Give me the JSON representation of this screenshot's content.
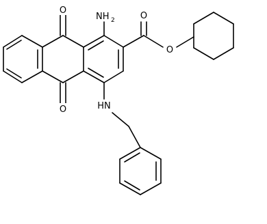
{
  "diagram": {
    "type": "chemical-structure",
    "atom_labels": {
      "carbonyl_o_top": "O",
      "carbonyl_o_bottom": "O",
      "amino_group": "NH",
      "amino_subscript": "2",
      "ester_o_double": "O",
      "ester_o_single": "O",
      "benzylamino_group": "HN"
    },
    "colors": {
      "bond": "#000000",
      "background": "#ffffff"
    }
  }
}
